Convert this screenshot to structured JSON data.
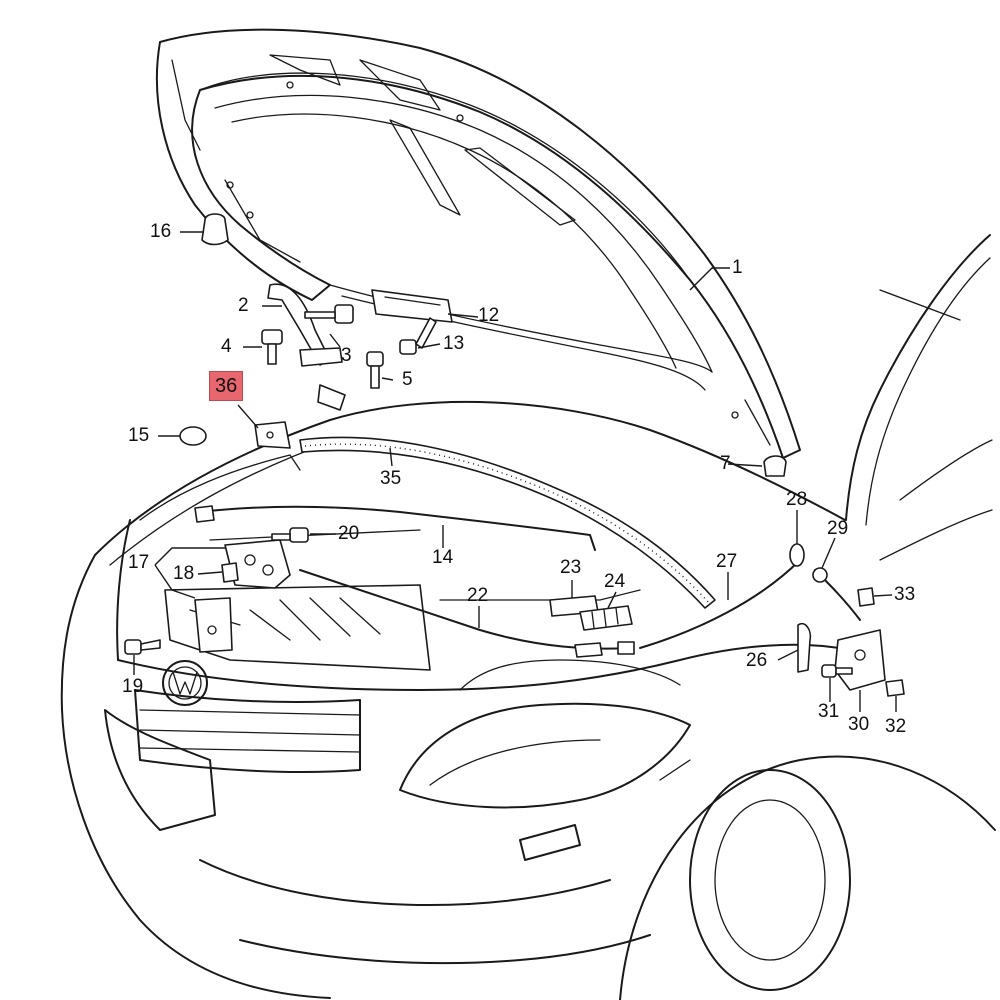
{
  "diagram": {
    "highlight_color": "#e8676f",
    "line_color": "#1a1a1a",
    "highlighted_callout": "36",
    "callouts": [
      {
        "id": "c1",
        "label": "1"
      },
      {
        "id": "c2",
        "label": "2"
      },
      {
        "id": "c3",
        "label": "3"
      },
      {
        "id": "c4",
        "label": "4"
      },
      {
        "id": "c5",
        "label": "5"
      },
      {
        "id": "c7",
        "label": "7"
      },
      {
        "id": "c12",
        "label": "12"
      },
      {
        "id": "c13",
        "label": "13"
      },
      {
        "id": "c14",
        "label": "14"
      },
      {
        "id": "c15",
        "label": "15"
      },
      {
        "id": "c16",
        "label": "16"
      },
      {
        "id": "c17",
        "label": "17"
      },
      {
        "id": "c18",
        "label": "18"
      },
      {
        "id": "c19",
        "label": "19"
      },
      {
        "id": "c20",
        "label": "20"
      },
      {
        "id": "c22",
        "label": "22"
      },
      {
        "id": "c23",
        "label": "23"
      },
      {
        "id": "c24",
        "label": "24"
      },
      {
        "id": "c26",
        "label": "26"
      },
      {
        "id": "c27",
        "label": "27"
      },
      {
        "id": "c28",
        "label": "28"
      },
      {
        "id": "c29",
        "label": "29"
      },
      {
        "id": "c30",
        "label": "30"
      },
      {
        "id": "c31",
        "label": "31"
      },
      {
        "id": "c32",
        "label": "32"
      },
      {
        "id": "c33",
        "label": "33"
      },
      {
        "id": "c35",
        "label": "35"
      },
      {
        "id": "c36",
        "label": "36"
      }
    ]
  }
}
